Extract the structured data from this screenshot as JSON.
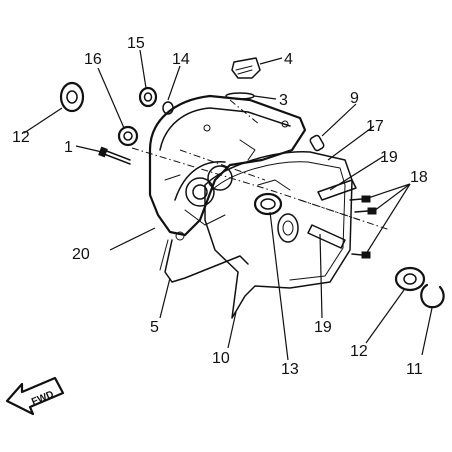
{
  "callouts": {
    "c1": "1",
    "c3": "3",
    "c4": "4",
    "c5": "5",
    "c9": "9",
    "c10": "10",
    "c11": "11",
    "c12a": "12",
    "c12b": "12",
    "c13": "13",
    "c14": "14",
    "c15": "15",
    "c16": "16",
    "c17": "17",
    "c18": "18",
    "c19a": "19",
    "c19b": "19",
    "c20": "20"
  },
  "fwd_label": "FWD"
}
